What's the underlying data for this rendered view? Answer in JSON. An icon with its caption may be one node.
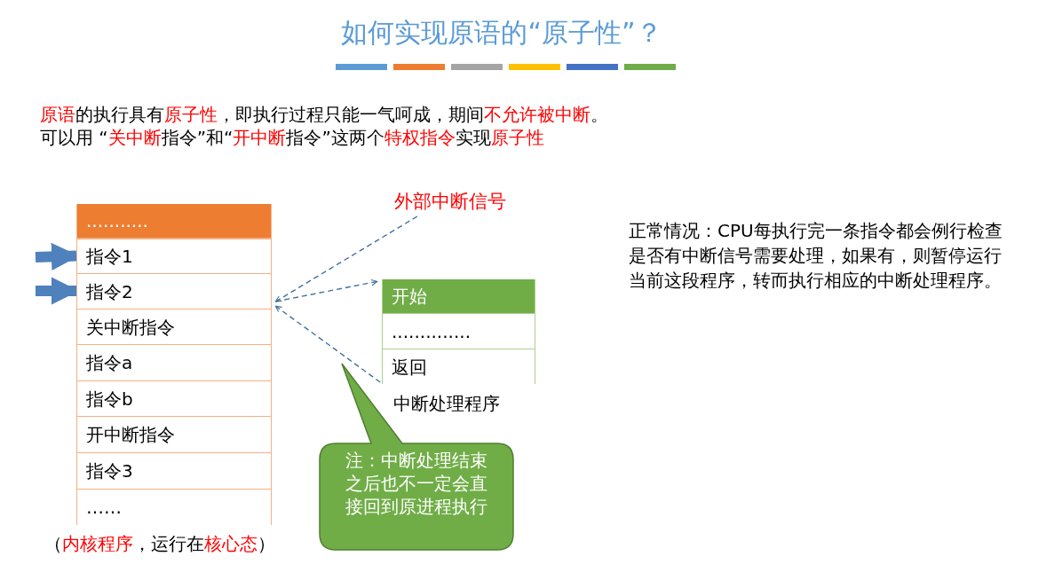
{
  "diagram": {
    "title": "如何实现原语的“原子性”？",
    "nodes": [
      {
        "text": [],
        "shape": "box"
      },
      {
        "text": [
          "..........."
        ],
        "in": 0
      },
      {
        "text": [
          "指令1"
        ],
        "in": 0
      },
      {
        "text": [
          "指令2"
        ],
        "in": 0
      },
      {
        "text": [
          "关中断指令"
        ],
        "in": 0
      },
      {
        "text": [
          "指令a"
        ],
        "in": 0
      },
      {
        "text": [
          "指令b"
        ],
        "in": 0
      },
      {
        "text": [
          "开中断指令"
        ],
        "in": 0
      },
      {
        "text": [
          "指令3"
        ],
        "in": 0
      },
      {
        "text": [
          "……"
        ],
        "in": 0
      },
      {
        "text": [
          "外部中断信号"
        ]
      },
      {
        "text": [],
        "shape": "box",
        "beside": [
          "中断处理程序"
        ]
      },
      {
        "text": [
          "开始"
        ],
        "in": 11
      },
      {
        "text": [
          ".............."
        ],
        "in": 11
      },
      {
        "text": [
          "返回"
        ],
        "in": 11
      },
      {
        "text": [
          "注：中断处理结束之后也不一定会直接回到原进程执行"
        ]
      }
    ],
    "edges": [
      {
        "from": null,
        "to": 2,
        "arrow": "to",
        "style": "thick"
      },
      {
        "from": null,
        "to": 3,
        "arrow": "to",
        "style": "thick"
      },
      {
        "from": 10,
        "to": 3,
        "arrow": "to",
        "style": "dashed"
      },
      {
        "from": 3,
        "to": 11,
        "arrow": "to",
        "style": "dashed"
      },
      {
        "from": 14,
        "to": 3,
        "arrow": "to",
        "style": "dashed"
      }
    ],
    "labels": [
      "**原语**的执行具有**原子性**，即执行过程只能一气呵成，期间**不允许被中断**。",
      "可以用 “**关中断**指令”和“**开中断**指令”这两个**特权指令**实现**原子性**",
      "（**内核程序**，运行在**核心态**）",
      "正常情况：CPU每执行完一条指令都会例行检查是否有中断信号需要处理，如果有，则暂停运行当前这段程序，转而执行相应的中断处理程序。"
    ]
  }
}
